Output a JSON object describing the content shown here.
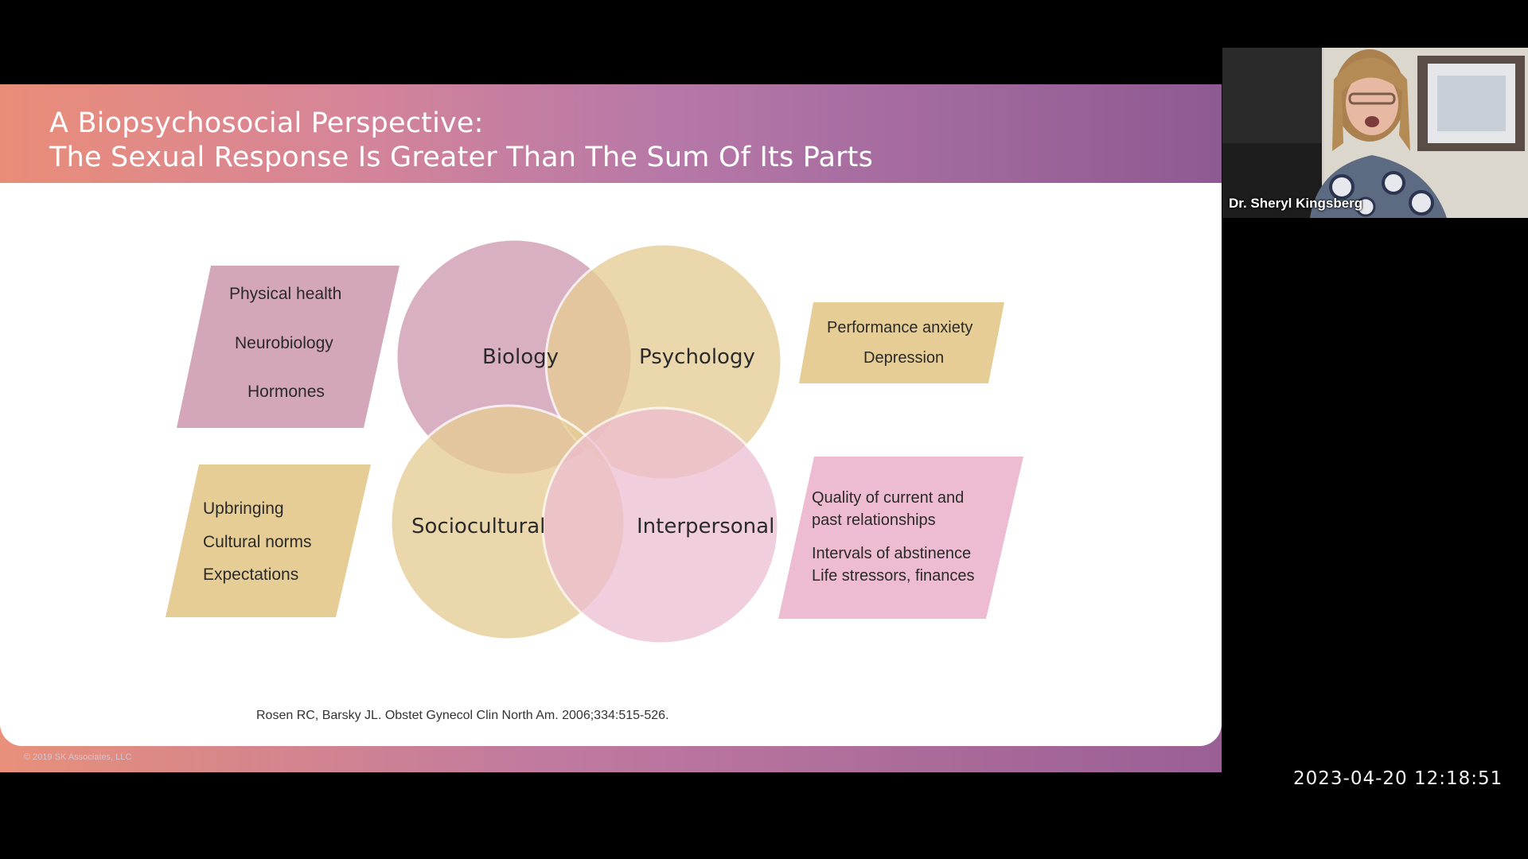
{
  "slide": {
    "title_line1": "A Biopsychosocial Perspective:",
    "title_line2": "The Sexual Response Is Greater Than The Sum Of Its Parts",
    "copyright": "© 2019 SK Associates, LLC",
    "citation": "Rosen RC, Barsky JL. Obstet Gynecol Clin North Am. 2006;334:515-526."
  },
  "diagram": {
    "circles": [
      {
        "label": "Biology",
        "color": "#d4a6ba"
      },
      {
        "label": "Psychology",
        "color": "#e6cd95"
      },
      {
        "label": "Sociocultural",
        "color": "#e6cd95"
      },
      {
        "label": "Interpersonal",
        "color": "#edbcd2"
      }
    ],
    "boxes": {
      "biology": {
        "color": "#d4a6ba",
        "items": [
          "Physical health",
          "Neurobiology",
          "Hormones"
        ]
      },
      "psychology": {
        "color": "#e6cd95",
        "items": [
          "Performance anxiety",
          "Depression"
        ]
      },
      "sociocultural": {
        "color": "#e6cd95",
        "items": [
          "Upbringing",
          "Cultural norms",
          "Expectations"
        ]
      },
      "interpersonal": {
        "color": "#edbcd2",
        "items": [
          "Quality of current and",
          "past relationships",
          "Intervals of abstinence",
          "Life stressors, finances"
        ]
      }
    }
  },
  "video": {
    "speaker_name": "Dr. Sheryl Kingsberg",
    "timestamp": "2023-04-20  12:18:51"
  }
}
